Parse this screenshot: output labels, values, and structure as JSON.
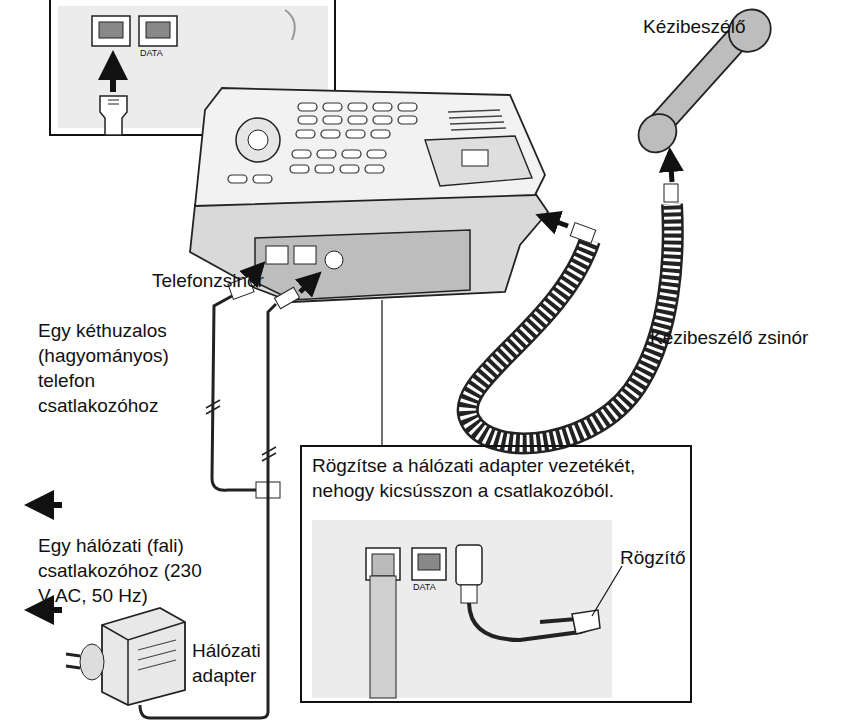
{
  "diagram": {
    "nodes": [
      {
        "text": [
          "Rögzítse a hálózati adapter vezetékét, nehogy kicsússzon a csatlakozóból."
        ]
      }
    ],
    "labels": [
      "Kézibeszélő",
      "Telefonzsinór",
      "Egy kéthuzalos (hagyományos) telefon csatlakozóhoz",
      "Kézibeszélő zsinór",
      "Egy hálózati (fali) csatlakozóhoz (230 V AC, 50 Hz)",
      "Hálózati adapter",
      "Rögzítő",
      "DATA",
      "DATA"
    ]
  }
}
